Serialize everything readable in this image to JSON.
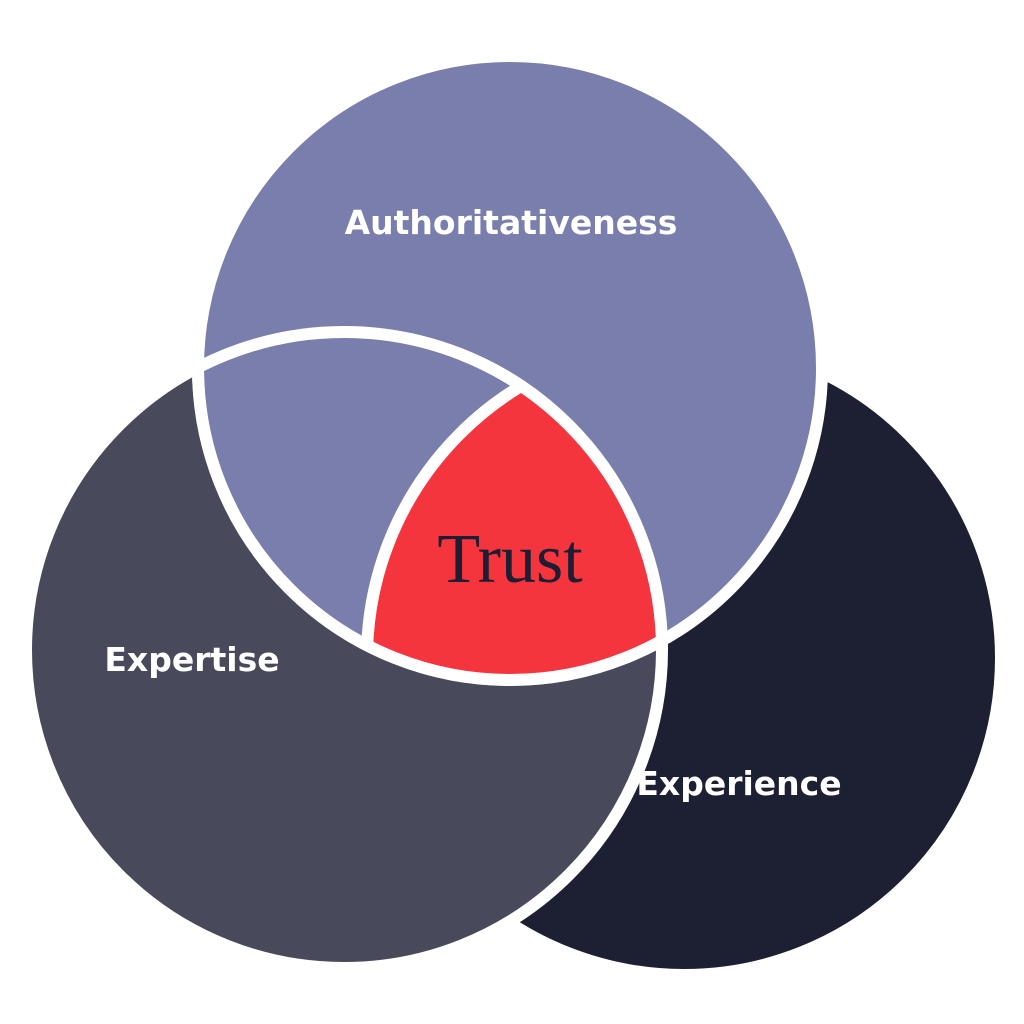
{
  "diagram": {
    "circles": {
      "authoritativeness": {
        "label": "Authoritativeness",
        "color": "#7a7eac"
      },
      "expertise": {
        "label": "Expertise",
        "color": "#484a5b"
      },
      "experience": {
        "label": "Experience",
        "color": "#1d1f32"
      }
    },
    "center": {
      "label": "Trust",
      "color": "#f4353d"
    },
    "outline_color": "#ffffff",
    "background": "#ffffff"
  }
}
